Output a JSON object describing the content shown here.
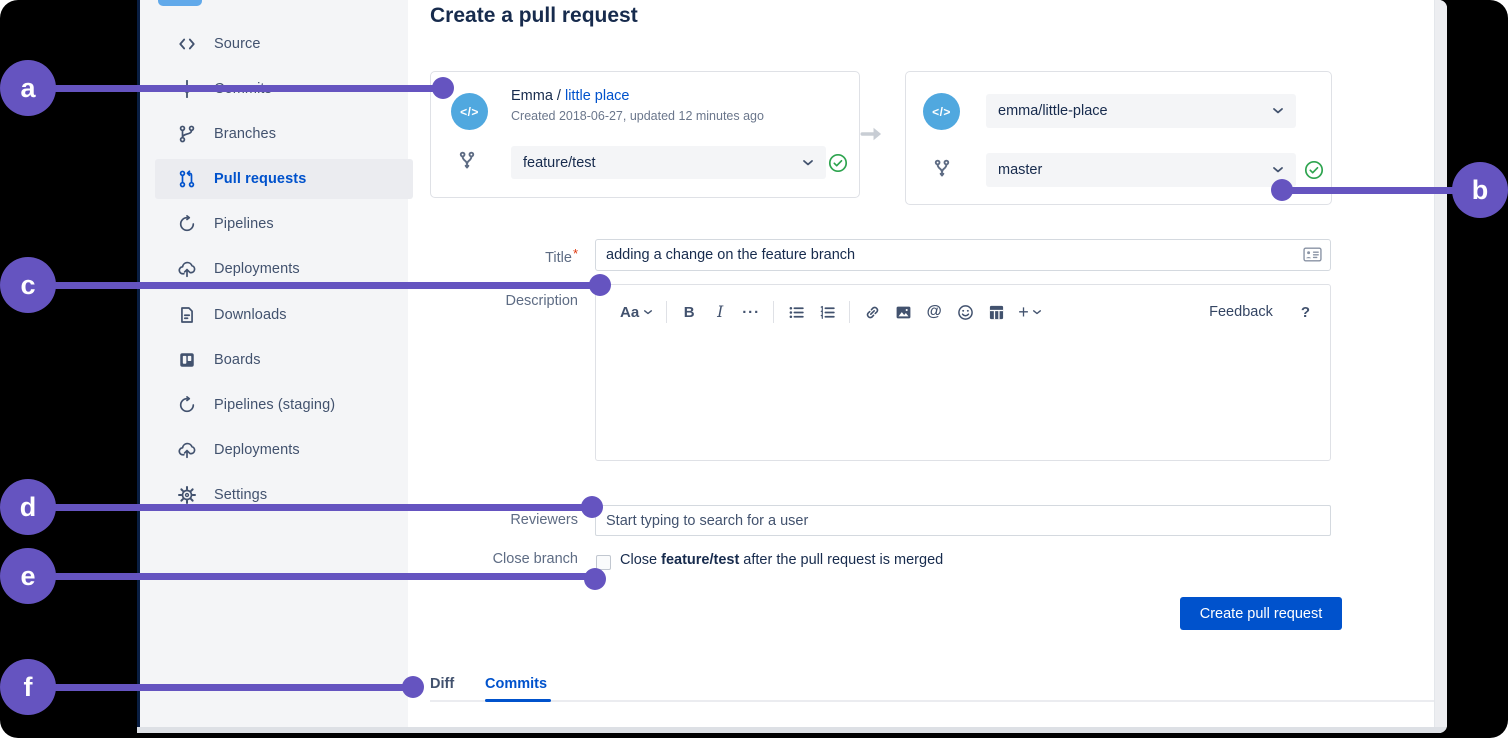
{
  "sidebar": {
    "items": [
      {
        "label": "Source",
        "icon": "code-icon",
        "active": false
      },
      {
        "label": "Commits",
        "icon": "commit-icon",
        "active": false
      },
      {
        "label": "Branches",
        "icon": "branch-icon",
        "active": false
      },
      {
        "label": "Pull requests",
        "icon": "pull-request-icon",
        "active": true
      },
      {
        "label": "Pipelines",
        "icon": "pipelines-icon",
        "active": false
      },
      {
        "label": "Deployments",
        "icon": "cloud-upload-icon",
        "active": false
      },
      {
        "label": "Downloads",
        "icon": "file-icon",
        "active": false
      },
      {
        "label": "Boards",
        "icon": "board-icon",
        "active": false
      },
      {
        "label": "Pipelines (staging)",
        "icon": "pipelines-icon",
        "active": false
      },
      {
        "label": "Deployments",
        "icon": "cloud-upload-icon",
        "active": false
      },
      {
        "label": "Settings",
        "icon": "gear-icon",
        "active": false
      }
    ]
  },
  "main": {
    "heading": "Create a pull request",
    "source_card": {
      "avatar_glyph": "</>",
      "owner": "Emma / ",
      "repo_link": "little place",
      "meta": "Created 2018-06-27, updated 12 minutes ago",
      "branch_value": "feature/test"
    },
    "dest_card": {
      "avatar_glyph": "</>",
      "repo_value": "emma/little-place",
      "branch_value": "master"
    },
    "form": {
      "title_label": "Title",
      "required_marker": "*",
      "title_value": "adding a change on the feature branch",
      "description_label": "Description",
      "reviewers_label": "Reviewers",
      "reviewers_placeholder": "Start typing to search for a user",
      "close_branch_label": "Close branch",
      "close_pre": "Close ",
      "close_branch_name": "feature/test",
      "close_post": " after the pull request is merged",
      "submit_label": "Create pull request"
    },
    "toolbar": {
      "text_style": "Aa",
      "bold": "B",
      "italic": "I",
      "more": "···",
      "mention": "@",
      "plus": "+",
      "feedback": "Feedback",
      "help": "?"
    },
    "tabs": [
      {
        "label": "Diff",
        "active": false
      },
      {
        "label": "Commits",
        "active": true
      }
    ]
  },
  "annotations": [
    {
      "letter": "a"
    },
    {
      "letter": "b"
    },
    {
      "letter": "c"
    },
    {
      "letter": "d"
    },
    {
      "letter": "e"
    },
    {
      "letter": "f"
    }
  ],
  "colors": {
    "accent_blue": "#0052CC",
    "annotation_purple": "#6554C0",
    "success_green": "#2EA44F",
    "avatar_blue": "#50A8DF",
    "sidebar_bg": "#F4F5F7",
    "text_dark": "#172B4D"
  }
}
